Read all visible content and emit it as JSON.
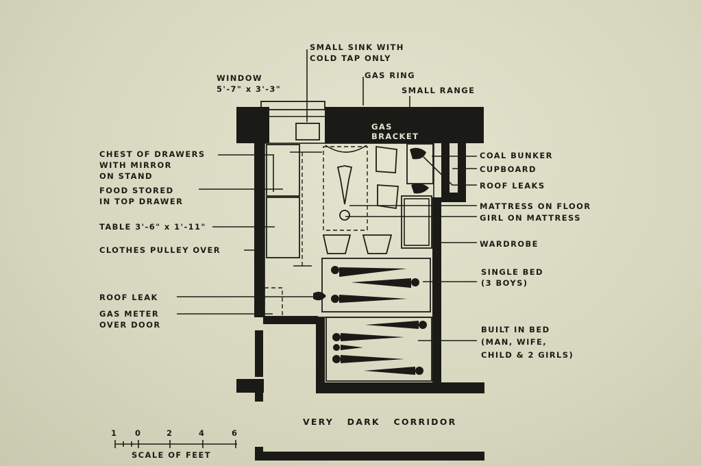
{
  "labels": {
    "sink_1": "SMALL SINK WITH",
    "sink_2": "COLD TAP ONLY",
    "window_1": "WINDOW",
    "window_2": "5'-7\" x 3'-3\"",
    "gas_ring": "GAS RING",
    "small_range": "SMALL RANGE",
    "gas_bracket_1": "GAS",
    "gas_bracket_2": "BRACKET",
    "chest_1": "CHEST OF DRAWERS",
    "chest_2": "WITH MIRROR",
    "chest_3": "ON STAND",
    "food_1": "FOOD STORED",
    "food_2": "IN TOP DRAWER",
    "table": "TABLE 3'-6\" x 1'-11\"",
    "clothes": "CLOTHES PULLEY OVER",
    "roof_leak": "ROOF LEAK",
    "gas_meter_1": "GAS METER",
    "gas_meter_2": "OVER DOOR",
    "coal": "COAL BUNKER",
    "cupboard": "CUPBOARD",
    "roof_leaks": "ROOF LEAKS",
    "mattress": "MATTRESS ON FLOOR",
    "girl": "GIRL ON MATTRESS",
    "wardrobe": "WARDROBE",
    "single_1": "SINGLE BED",
    "single_2": "(3 BOYS)",
    "built_1": "BUILT IN BED",
    "built_2": "(MAN, WIFE,",
    "built_3": "CHILD & 2 GIRLS)",
    "corridor": "VERY   DARK   CORRIDOR"
  },
  "scale": {
    "ticks": [
      "1",
      "0",
      "2",
      "4",
      "6"
    ],
    "caption": "SCALE OF FEET"
  }
}
